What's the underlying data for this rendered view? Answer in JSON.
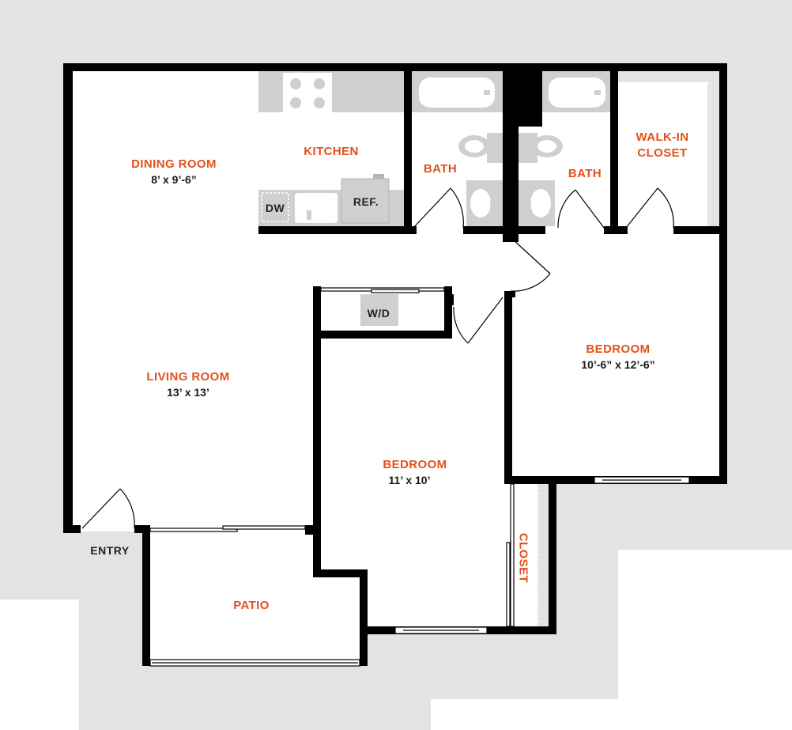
{
  "colors": {
    "wall": "#000000",
    "surround": "#e3e3e3",
    "fixture": "#cfcfcf",
    "room_label": "#e2511b",
    "dimension_text": "#1a1a1a"
  },
  "rooms": {
    "dining_room": {
      "name": "DINING ROOM",
      "size": "8’ x 9’-6”"
    },
    "kitchen": {
      "name": "KITCHEN"
    },
    "bath_1": {
      "name": "BATH"
    },
    "bath_2": {
      "name": "BATH"
    },
    "walk_in_closet": {
      "name_line1": "WALK-IN",
      "name_line2": "CLOSET"
    },
    "living_room": {
      "name": "LIVING ROOM",
      "size": "13’ x 13’"
    },
    "bedroom_1": {
      "name": "BEDROOM",
      "size": "10’-6” x 12’-6”"
    },
    "bedroom_2": {
      "name": "BEDROOM",
      "size": "11’ x 10’"
    },
    "closet": {
      "name": "CLOSET"
    },
    "patio": {
      "name": "PATIO"
    }
  },
  "fixtures": {
    "dishwasher": "DW",
    "refrigerator": "REF.",
    "washer_dryer": "W/D"
  },
  "entry_label": "ENTRY",
  "icons": [
    "range-cooktop-icon",
    "sink-icon",
    "bathtub-icon",
    "toilet-icon",
    "door-swing-icon",
    "sliding-door-icon",
    "window-icon"
  ]
}
